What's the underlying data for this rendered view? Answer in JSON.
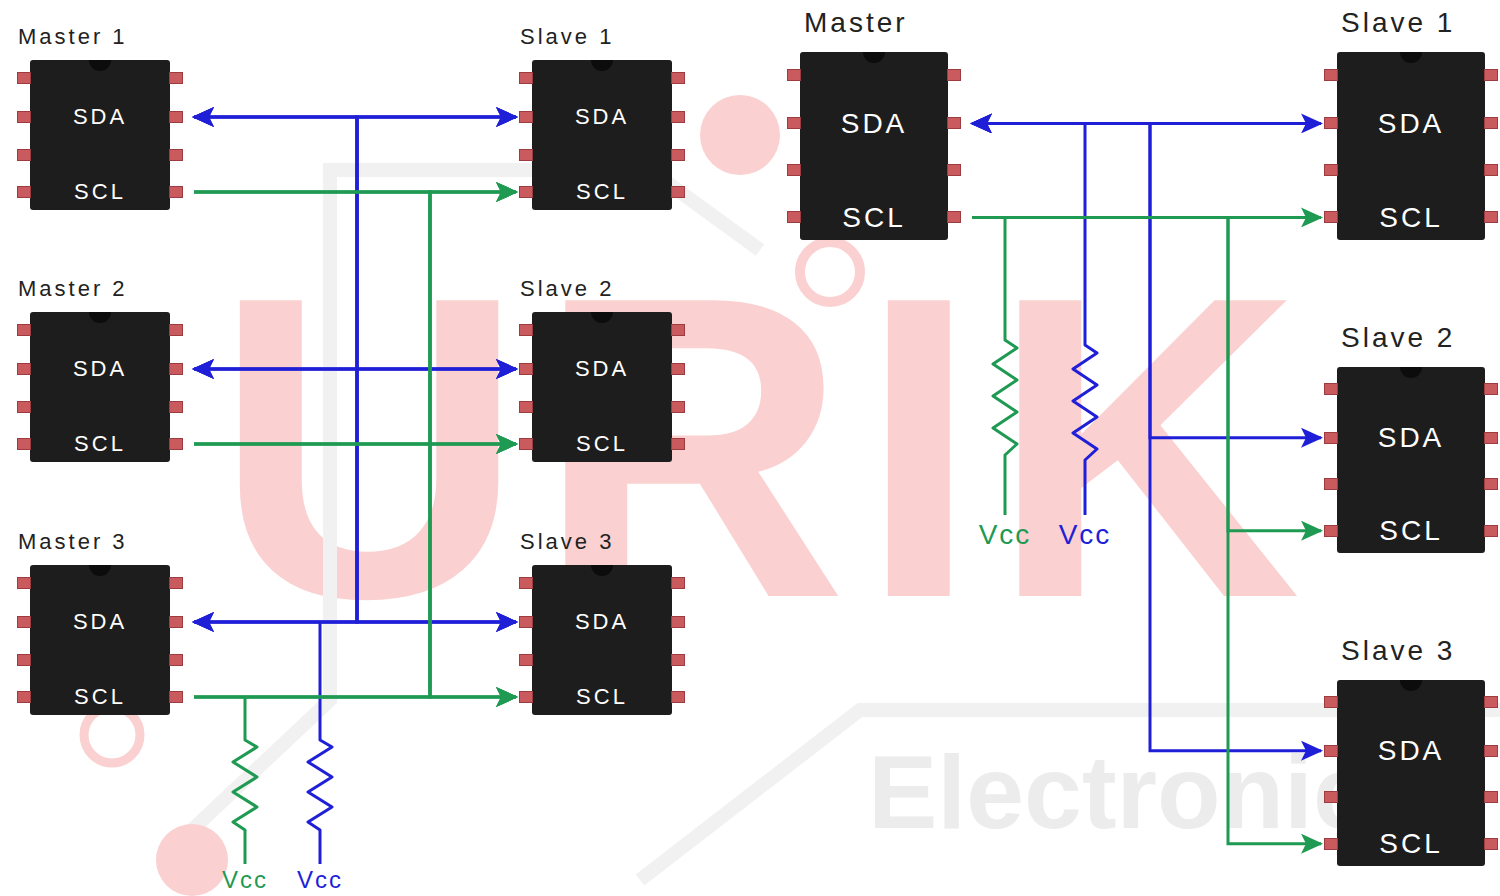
{
  "diagram": {
    "nodes": [
      {
        "text": [
          "Master 1",
          "SDA",
          "SCL"
        ]
      },
      {
        "text": [
          "Slave 1",
          "SDA",
          "SCL"
        ]
      },
      {
        "text": [
          "Master 2",
          "SDA",
          "SCL"
        ]
      },
      {
        "text": [
          "Slave 2",
          "SDA",
          "SCL"
        ]
      },
      {
        "text": [
          "Master 3",
          "SDA",
          "SCL"
        ]
      },
      {
        "text": [
          "Slave 3",
          "SDA",
          "SCL"
        ]
      },
      {
        "text": [
          "Master",
          "SDA",
          "SCL"
        ]
      },
      {
        "text": [
          "Slave 1",
          "SDA",
          "SCL"
        ]
      },
      {
        "text": [
          "Slave 2",
          "SDA",
          "SCL"
        ]
      },
      {
        "text": [
          "Slave 3",
          "SDA",
          "SCL"
        ]
      }
    ],
    "edges": [
      {
        "from": 0,
        "to": 1,
        "arrow": "both"
      },
      {
        "from": 0,
        "to": 3,
        "arrow": "both"
      },
      {
        "from": 0,
        "to": 5,
        "arrow": "both"
      },
      {
        "from": 2,
        "to": 1,
        "arrow": "both"
      },
      {
        "from": 2,
        "to": 3,
        "arrow": "both"
      },
      {
        "from": 2,
        "to": 5,
        "arrow": "both"
      },
      {
        "from": 4,
        "to": 1,
        "arrow": "both"
      },
      {
        "from": 4,
        "to": 3,
        "arrow": "both"
      },
      {
        "from": 4,
        "to": 5,
        "arrow": "both"
      },
      {
        "from": 0,
        "to": 1,
        "arrow": "to"
      },
      {
        "from": 0,
        "to": 3,
        "arrow": "to"
      },
      {
        "from": 0,
        "to": 5,
        "arrow": "to"
      },
      {
        "from": 2,
        "to": 1,
        "arrow": "to"
      },
      {
        "from": 2,
        "to": 3,
        "arrow": "to"
      },
      {
        "from": 2,
        "to": 5,
        "arrow": "to"
      },
      {
        "from": 4,
        "to": 1,
        "arrow": "to"
      },
      {
        "from": 4,
        "to": 3,
        "arrow": "to"
      },
      {
        "from": 4,
        "to": 5,
        "arrow": "to"
      },
      {
        "from": 6,
        "to": 7,
        "arrow": "both"
      },
      {
        "from": 6,
        "to": 8,
        "arrow": "both"
      },
      {
        "from": 6,
        "to": 9,
        "arrow": "both"
      },
      {
        "from": 6,
        "to": 7,
        "arrow": "to"
      },
      {
        "from": 6,
        "to": 8,
        "arrow": "to"
      },
      {
        "from": 6,
        "to": 9,
        "arrow": "to"
      }
    ],
    "labels": [
      "URIK",
      "Electronics",
      "Vcc",
      "Vcc",
      "Vcc",
      "Vcc"
    ]
  }
}
